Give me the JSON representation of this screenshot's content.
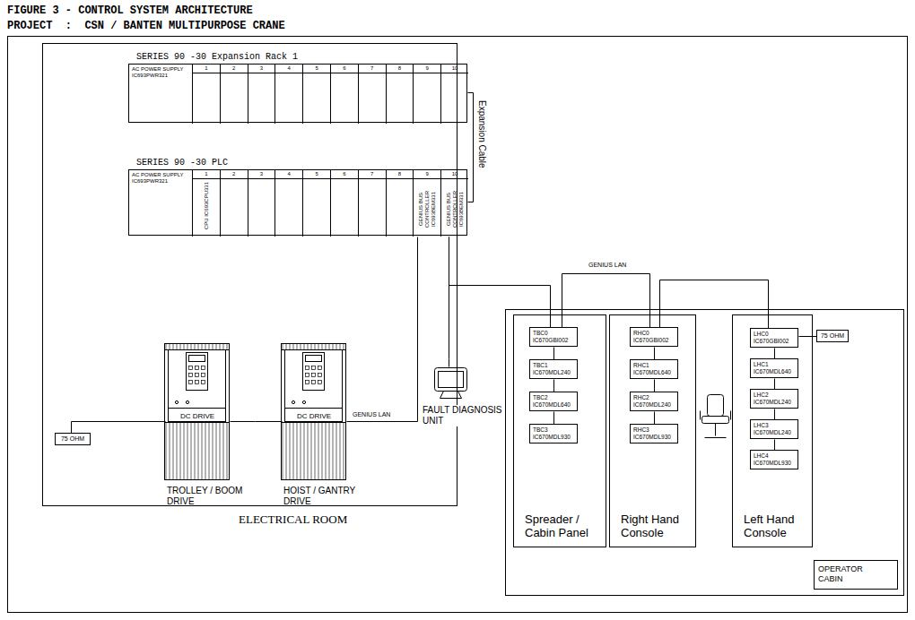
{
  "diagram": {
    "title": "FIGURE 3 - CONTROL SYSTEM ARCHITECTURE",
    "nodes": [
      {
        "text": [
          "ELECTRICAL ROOM"
        ]
      },
      {
        "text": [
          "SERIES 90 -30 Expansion Rack 1"
        ],
        "in": 0
      },
      {
        "text": [
          "AC POWER SUPPLY IC693PWR321"
        ],
        "in": 1
      },
      {
        "text": [
          "1"
        ],
        "in": 1
      },
      {
        "text": [
          "2"
        ],
        "in": 1
      },
      {
        "text": [
          "3"
        ],
        "in": 1
      },
      {
        "text": [
          "4"
        ],
        "in": 1
      },
      {
        "text": [
          "5"
        ],
        "in": 1
      },
      {
        "text": [
          "6"
        ],
        "in": 1
      },
      {
        "text": [
          "7"
        ],
        "in": 1
      },
      {
        "text": [
          "8"
        ],
        "in": 1
      },
      {
        "text": [
          "9"
        ],
        "in": 1
      },
      {
        "text": [
          "10"
        ],
        "in": 1
      },
      {
        "text": [
          "SERIES 90 -30 PLC"
        ],
        "in": 0
      },
      {
        "text": [
          "AC POWER SUPPLY IC693PWR321"
        ],
        "in": 13
      },
      {
        "text": [
          "1",
          "CPU IC693CPU331"
        ],
        "in": 13
      },
      {
        "text": [
          "2"
        ],
        "in": 13
      },
      {
        "text": [
          "3"
        ],
        "in": 13
      },
      {
        "text": [
          "4"
        ],
        "in": 13
      },
      {
        "text": [
          "5"
        ],
        "in": 13
      },
      {
        "text": [
          "6"
        ],
        "in": 13
      },
      {
        "text": [
          "7"
        ],
        "in": 13
      },
      {
        "text": [
          "8"
        ],
        "in": 13
      },
      {
        "text": [
          "9",
          "GENIUS BUS CONTROLLER IC693BEM331"
        ],
        "in": 13
      },
      {
        "text": [
          "10",
          "GENIUS BUS CONTROLLER IC693BEM331"
        ],
        "in": 13
      },
      {
        "text": [
          "75 OHM"
        ],
        "in": 0
      },
      {
        "text": [
          "DC DRIVE",
          "TROLLEY / BOOM DRIVE"
        ],
        "in": 0
      },
      {
        "text": [
          "DC DRIVE",
          "HOIST / GANTRY DRIVE"
        ],
        "in": 0
      },
      {
        "text": [
          "FAULT DIAGNOSIS UNIT"
        ],
        "in": 0
      },
      {
        "text": [
          "OPERATOR CABIN"
        ]
      },
      {
        "text": [
          "Spreader / Cabin Panel"
        ],
        "in": 29
      },
      {
        "text": [
          "TBC0 IC670GBI002"
        ],
        "in": 30
      },
      {
        "text": [
          "TBC1 IC670MDL240"
        ],
        "in": 30
      },
      {
        "text": [
          "TBC2 IC670MDL640"
        ],
        "in": 30
      },
      {
        "text": [
          "TBC3 IC670MDL930"
        ],
        "in": 30
      },
      {
        "text": [
          "Right Hand Console"
        ],
        "in": 29
      },
      {
        "text": [
          "RHC0 IC670GBI002"
        ],
        "in": 35
      },
      {
        "text": [
          "RHC1 IC670MDL640"
        ],
        "in": 35
      },
      {
        "text": [
          "RHC2 IC670MDL240"
        ],
        "in": 35
      },
      {
        "text": [
          "RHC3 IC670MDL930"
        ],
        "in": 35
      },
      {
        "text": [
          "Left Hand Console"
        ],
        "in": 29
      },
      {
        "text": [
          "LHC0 IC670GBI002"
        ],
        "in": 40
      },
      {
        "text": [
          "LHC1 IC670MDL640"
        ],
        "in": 40
      },
      {
        "text": [
          "LHC2 IC670MDL240"
        ],
        "in": 40
      },
      {
        "text": [
          "LHC3 IC670MDL240"
        ],
        "in": 40
      },
      {
        "text": [
          "LHC4 IC670MDL930"
        ],
        "in": 40
      },
      {
        "text": [
          "75 OHM"
        ],
        "in": 29
      }
    ],
    "edges": [
      {
        "from": 1,
        "to": 13,
        "label": "Expansion Cable",
        "arrow": "none"
      },
      {
        "from": 24,
        "to": 28,
        "arrow": "none"
      },
      {
        "from": 23,
        "to": 27,
        "label": "GENIUS LAN",
        "arrow": "none"
      },
      {
        "from": 27,
        "to": 26,
        "arrow": "none"
      },
      {
        "from": 26,
        "to": 25,
        "arrow": "none"
      },
      {
        "from": 24,
        "to": 31,
        "label": "GENIUS LAN",
        "arrow": "none"
      },
      {
        "from": 31,
        "to": 36,
        "arrow": "none"
      },
      {
        "from": 36,
        "to": 41,
        "arrow": "none"
      },
      {
        "from": 41,
        "to": 46,
        "arrow": "none"
      },
      {
        "from": 31,
        "to": 32,
        "arrow": "none"
      },
      {
        "from": 32,
        "to": 33,
        "arrow": "none"
      },
      {
        "from": 33,
        "to": 34,
        "arrow": "none"
      },
      {
        "from": 36,
        "to": 37,
        "arrow": "none"
      },
      {
        "from": 37,
        "to": 38,
        "arrow": "none"
      },
      {
        "from": 38,
        "to": 39,
        "arrow": "none"
      },
      {
        "from": 41,
        "to": 42,
        "arrow": "none"
      },
      {
        "from": 42,
        "to": 43,
        "arrow": "none"
      },
      {
        "from": 43,
        "to": 44,
        "arrow": "none"
      },
      {
        "from": 44,
        "to": 45,
        "arrow": "none"
      }
    ],
    "labels": [
      "PROJECT  :  CSN / BANTEN MULTIPURPOSE CRANE"
    ]
  }
}
